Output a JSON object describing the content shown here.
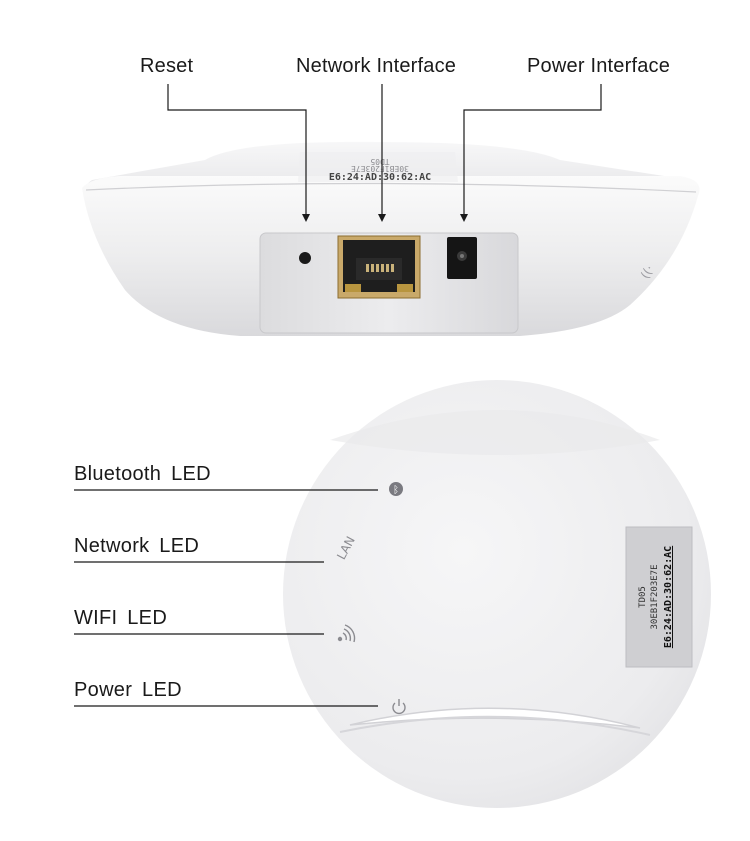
{
  "top_view": {
    "callouts": [
      {
        "id": "reset",
        "label": "Reset"
      },
      {
        "id": "network",
        "label": "Network Interface"
      },
      {
        "id": "power",
        "label": "Power Interface"
      }
    ],
    "device_label": {
      "model": "TD05",
      "serial": "30EB1F203E7E",
      "mac": "E6:24:AD:30:62:AC"
    }
  },
  "bottom_view": {
    "led_callouts": [
      {
        "id": "bluetooth",
        "label": "Bluetooth LED",
        "icon": "bluetooth-icon"
      },
      {
        "id": "network",
        "label": "Network LED",
        "icon": "lan-text"
      },
      {
        "id": "wifi",
        "label": "WIFI LED",
        "icon": "wifi-icon"
      },
      {
        "id": "power",
        "label": "Power LED",
        "icon": "power-icon"
      }
    ],
    "lan_marking": "LAN",
    "sticker": {
      "model": "TD05",
      "serial": "30EB1F203E7E",
      "mac": "E6:24:AD:30:62:AC"
    }
  }
}
